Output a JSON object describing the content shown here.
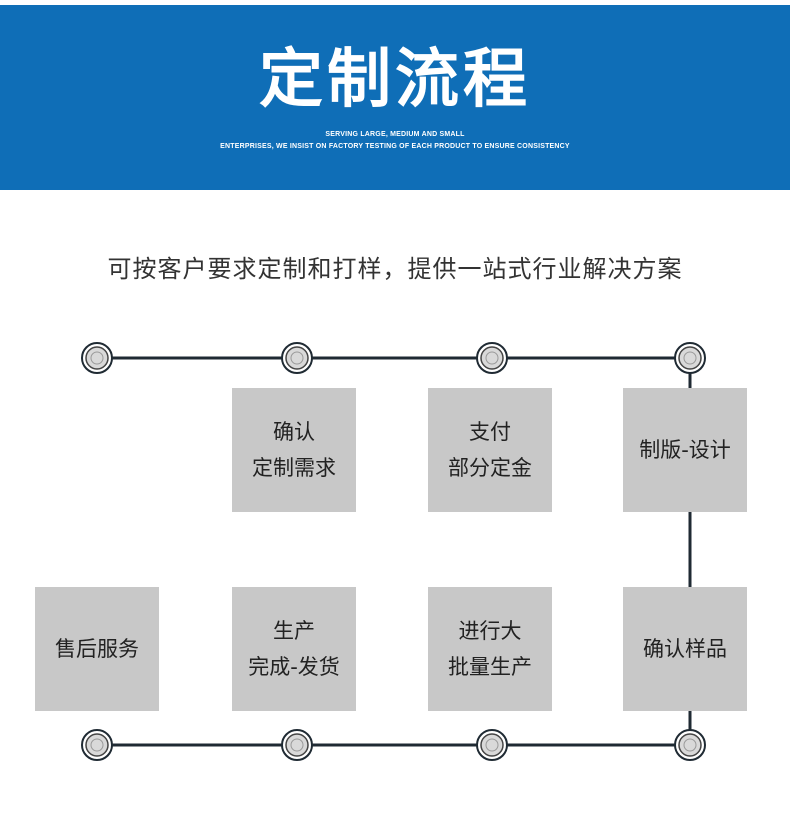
{
  "banner": {
    "title": "定制流程",
    "subtitle_line1": "SERVING LARGE, MEDIUM AND SMALL",
    "subtitle_line2": "ENTERPRISES, WE INSIST ON FACTORY TESTING OF EACH PRODUCT TO ENSURE CONSISTENCY",
    "color": "#0f6eb7"
  },
  "headline": "可按客户要求定制和打样，提供一站式行业解决方案",
  "steps": {
    "confirm_requirements": {
      "line1": "确认",
      "line2": "定制需求"
    },
    "payment": {
      "line1": "支付",
      "line2": "部分定金"
    },
    "design": {
      "line1": "制版-设计"
    },
    "confirm_sample": {
      "line1": "确认样品"
    },
    "mass_production": {
      "line1": "进行大",
      "line2": "批量生产"
    },
    "production_shipping": {
      "line1": "生产",
      "line2": "完成-发货"
    },
    "after_sales": {
      "line1": "售后服务"
    }
  },
  "colors": {
    "step_box": "#c8c8c8",
    "connector": "#1f2a33",
    "node_fill": "#d9d9d9"
  }
}
